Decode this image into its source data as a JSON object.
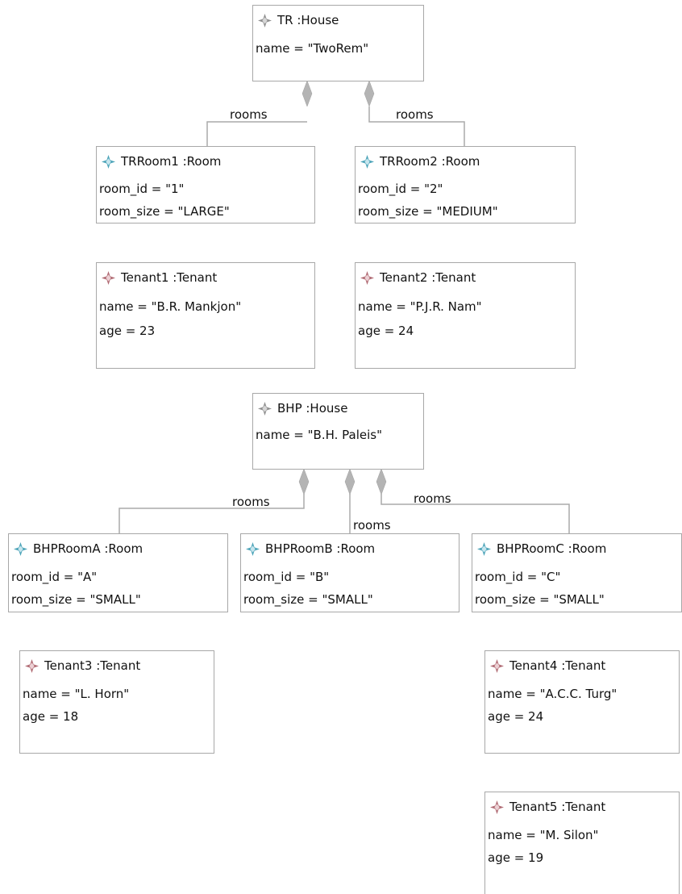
{
  "objects": {
    "tr": {
      "name": "TR :House",
      "attrs": [
        "name = \"TwoRem\""
      ]
    },
    "trroom1": {
      "name": "TRRoom1 :Room",
      "attrs": [
        "room_id = \"1\"",
        "room_size = \"LARGE\""
      ]
    },
    "trroom2": {
      "name": "TRRoom2 :Room",
      "attrs": [
        "room_id = \"2\"",
        "room_size = \"MEDIUM\""
      ]
    },
    "tenant1": {
      "name": "Tenant1 :Tenant",
      "attrs": [
        "name = \"B.R. Mankjon\"",
        "age = 23"
      ]
    },
    "tenant2": {
      "name": "Tenant2 :Tenant",
      "attrs": [
        "name = \"P.J.R. Nam\"",
        "age = 24"
      ]
    },
    "bhp": {
      "name": "BHP :House",
      "attrs": [
        "name = \"B.H. Paleis\""
      ]
    },
    "bhproomA": {
      "name": "BHPRoomA :Room",
      "attrs": [
        "room_id = \"A\"",
        "room_size = \"SMALL\""
      ]
    },
    "bhproomB": {
      "name": "BHPRoomB :Room",
      "attrs": [
        "room_id = \"B\"",
        "room_size = \"SMALL\""
      ]
    },
    "bhproomC": {
      "name": "BHPRoomC :Room",
      "attrs": [
        "room_id = \"C\"",
        "room_size = \"SMALL\""
      ]
    },
    "tenant3": {
      "name": "Tenant3 :Tenant",
      "attrs": [
        "name = \"L. Horn\"",
        "age = 18"
      ]
    },
    "tenant4": {
      "name": "Tenant4 :Tenant",
      "attrs": [
        "name = \"A.C.C. Turg\"",
        "age = 24"
      ]
    },
    "tenant5": {
      "name": "Tenant5 :Tenant",
      "attrs": [
        "name = \"M. Silon\"",
        "age = 19"
      ]
    }
  },
  "associations": {
    "tr_room1": "rooms",
    "tr_room2": "rooms",
    "bhp_roomA": "rooms",
    "bhp_roomB": "rooms",
    "bhp_roomC": "rooms"
  },
  "icons": {
    "house": "object-icon-gray",
    "room": "object-icon-teal",
    "tenant": "object-icon-red"
  },
  "colors": {
    "border": "#a8a8a8",
    "connector": "#aaaaaa",
    "diamond": "#b4b4b4",
    "icon_gray": "#8e8e8e",
    "icon_teal": "#4ba3b8",
    "icon_red": "#b06a73"
  }
}
